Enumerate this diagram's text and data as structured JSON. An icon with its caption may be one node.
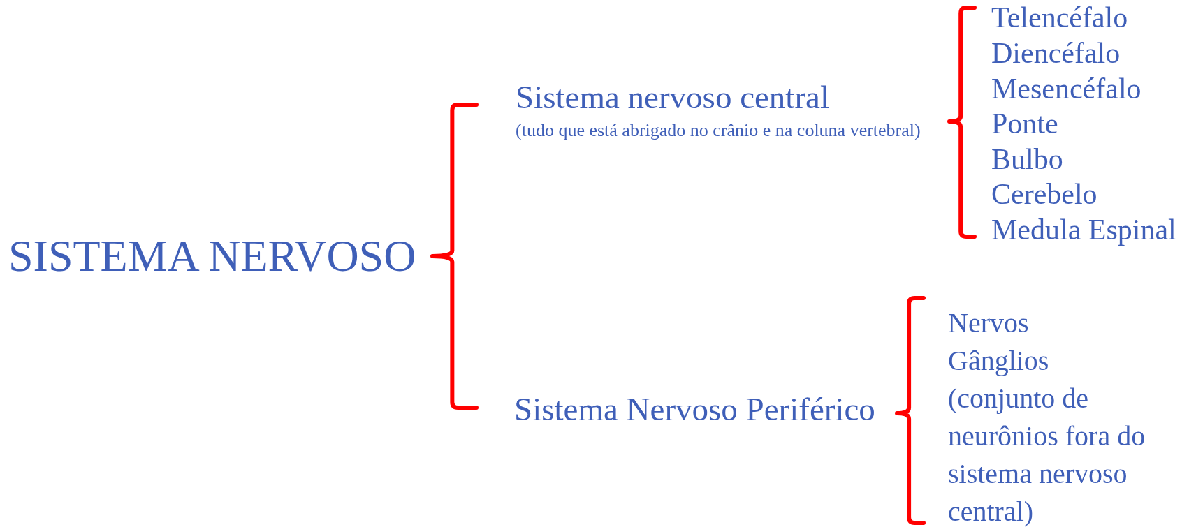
{
  "diagram": {
    "labels": [
      "SISTEMA NERVOSO",
      "Sistema nervoso central",
      "(tudo que está abrigado no crânio e na coluna vertebral)",
      "Telencéfalo",
      "Diencéfalo",
      "Mesencéfalo",
      "Ponte",
      "Bulbo",
      "Cerebelo",
      "Medula Espinal",
      "Sistema Nervoso Periférico",
      "Nervos",
      "Gânglios (conjunto de neurônios fora do sistema nervoso central)"
    ]
  }
}
